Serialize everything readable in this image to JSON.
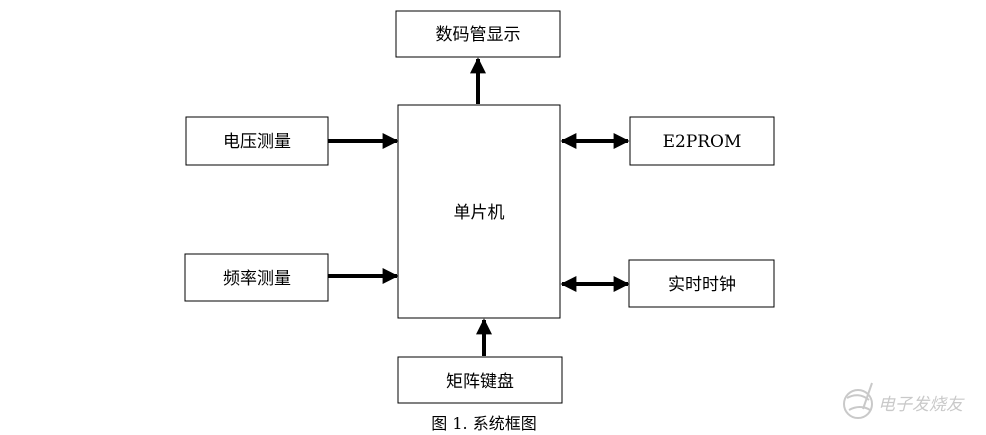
{
  "boxes": {
    "display": "数码管显示",
    "mcu": "单片机",
    "voltage": "电压测量",
    "frequency": "频率测量",
    "eeprom": "E2PROM",
    "rtc": "实时时钟",
    "keypad": "矩阵键盘"
  },
  "caption": "图 1. 系统框图",
  "watermark": "电子发烧友",
  "colors": {
    "line": "#000000",
    "watermark": "#c9c9c9"
  }
}
